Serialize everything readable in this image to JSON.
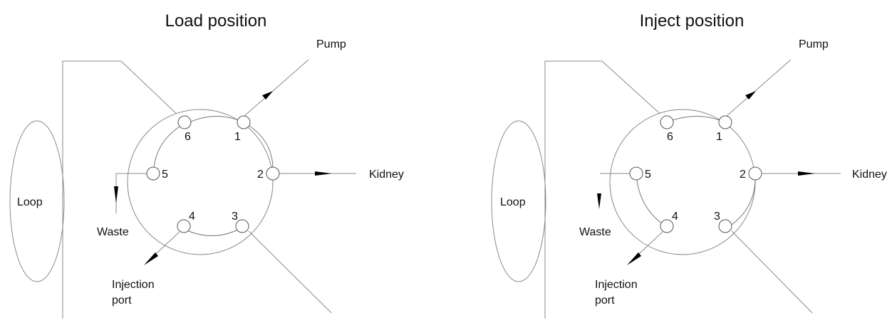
{
  "panels": [
    {
      "title": "Load position",
      "port_numbers": [
        "1",
        "2",
        "3",
        "4",
        "5",
        "6"
      ],
      "labels": {
        "pump": "Pump",
        "kidney": "Kidney",
        "loop": "Loop",
        "waste": "Waste",
        "injection_line1": "Injection",
        "injection_line2": "port"
      }
    },
    {
      "title": "Inject position",
      "port_numbers": [
        "1",
        "2",
        "3",
        "4",
        "5",
        "6"
      ],
      "labels": {
        "pump": "Pump",
        "kidney": "Kidney",
        "loop": "Loop",
        "waste": "Waste",
        "injection_line1": "Injection",
        "injection_line2": "port"
      }
    }
  ],
  "colors": {
    "line": "#8a8a8a",
    "arrow": "#000000",
    "text": "#111111"
  }
}
